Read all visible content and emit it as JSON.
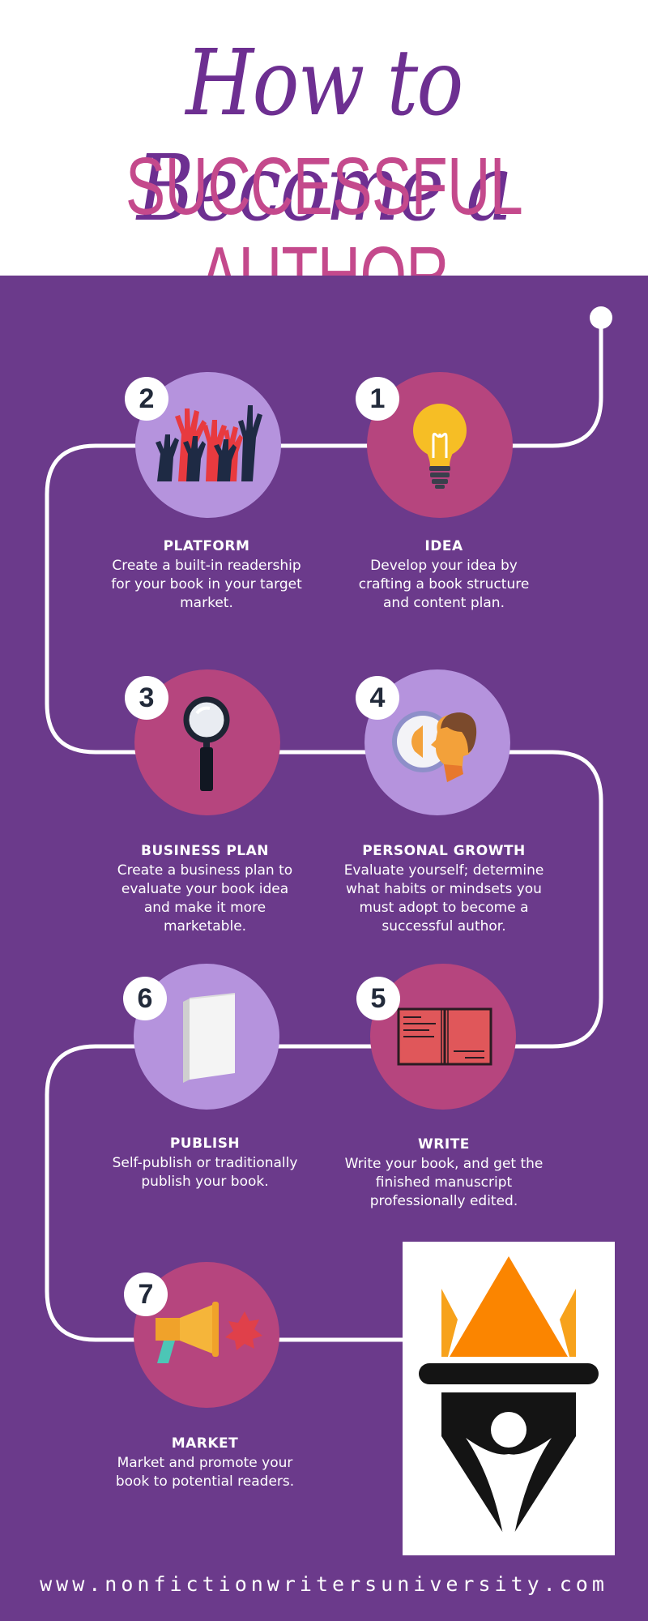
{
  "header": {
    "title_line1": "How to Become a",
    "title_line2": "SUCCESSFUL AUTHOR"
  },
  "colors": {
    "title_purple": "#6d2f91",
    "title_pink": "#c4498c",
    "panel_purple": "#6b3a8b",
    "circle_light": "#b593dd",
    "circle_pink": "#b6457e"
  },
  "steps": [
    {
      "number": "1",
      "title": "IDEA",
      "description": "Develop your idea by crafting  a book structure and content plan.",
      "icon": "lightbulb-icon"
    },
    {
      "number": "2",
      "title": "PLATFORM",
      "description": "Create a built-in readership for your book in your target market.",
      "icon": "raised-hands-icon"
    },
    {
      "number": "3",
      "title": "BUSINESS PLAN",
      "description": "Create a business plan to evaluate your book idea and make it more marketable.",
      "icon": "magnifying-glass-icon"
    },
    {
      "number": "4",
      "title": "PERSONAL GROWTH",
      "description": "Evaluate yourself; determine what habits or mindsets you must adopt to become a successful author.",
      "icon": "mirror-reflection-icon"
    },
    {
      "number": "5",
      "title": "WRITE",
      "description": "Write your book, and get the finished manuscript professionally edited.",
      "icon": "open-book-icon"
    },
    {
      "number": "6",
      "title": "PUBLISH",
      "description": "Self-publish or traditionally publish your book.",
      "icon": "closed-book-icon"
    },
    {
      "number": "7",
      "title": "MARKET",
      "description": "Market and promote your book to potential readers.",
      "icon": "megaphone-icon"
    }
  ],
  "logo": {
    "icon": "crown-pen-nib-logo"
  },
  "footer": {
    "url": "www.nonfictionwritersuniversity.com"
  }
}
